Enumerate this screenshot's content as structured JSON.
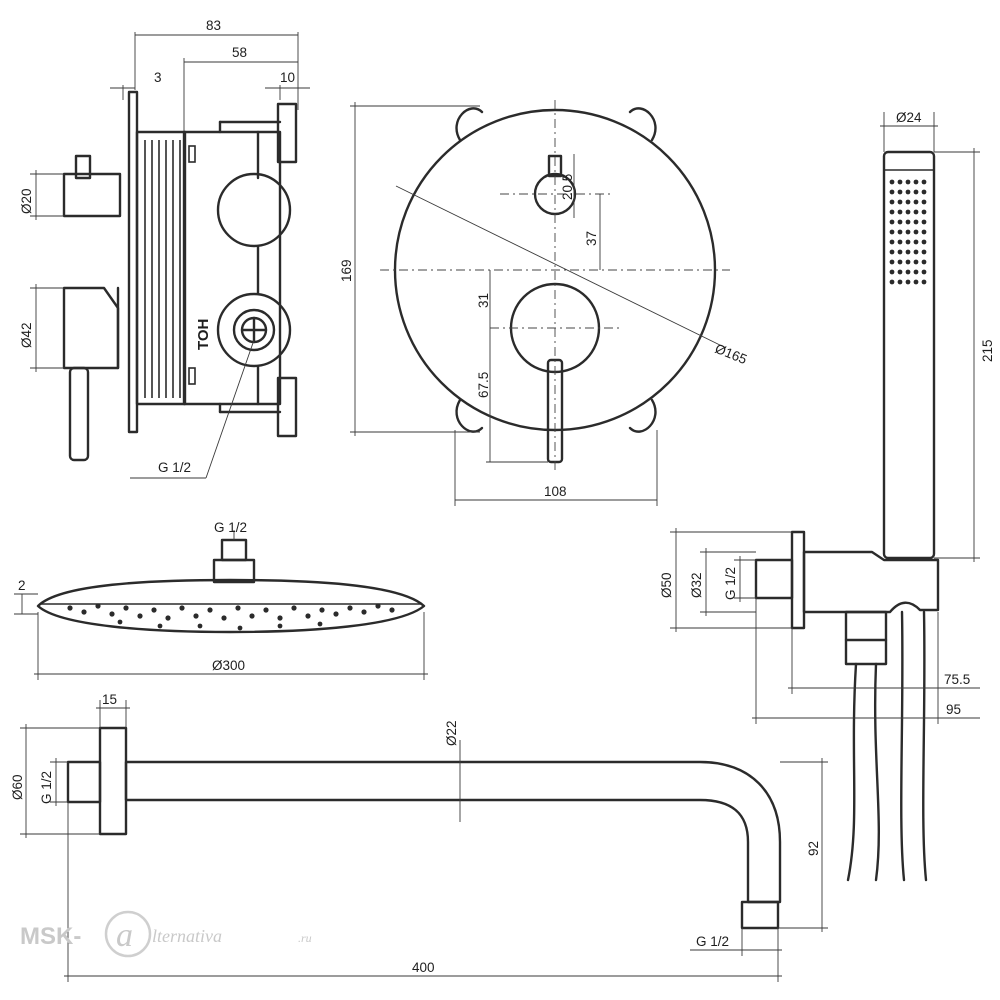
{
  "dimensions": {
    "valve_width": "83",
    "valve_depth": "58",
    "plate_thickness": "3",
    "rear_cap": "10",
    "small_knob_dia": "Ø20",
    "lever_hub_dia": "Ø42",
    "valve_inlet": "G 1/2",
    "rosette_height": "169",
    "knob_offset": "20.5",
    "knob_to_center": "37",
    "center_to_lever": "31",
    "lever_length": "67.5",
    "rosette_dia": "Ø165",
    "mount_spacing": "108",
    "hand_shower_dia": "Ø24",
    "hand_shower_length": "215",
    "shower_head_thread": "G 1/2",
    "shower_head_thickness": "2",
    "shower_head_dia": "Ø300",
    "outlet_flange_dia": "Ø50",
    "outlet_body_dia": "Ø32",
    "outlet_thread": "G 1/2",
    "outlet_depth": "75.5",
    "outlet_total": "95",
    "arm_flange": "15",
    "arm_tube_dia": "Ø22",
    "arm_flange_dia": "Ø60",
    "arm_wall_thread": "G 1/2",
    "arm_drop": "92",
    "arm_end_thread": "G 1/2",
    "arm_length": "400"
  },
  "valve_label": "TOH",
  "watermark": {
    "prefix": "MSK-",
    "suffix": "lternativa",
    "tld": ".ru"
  }
}
